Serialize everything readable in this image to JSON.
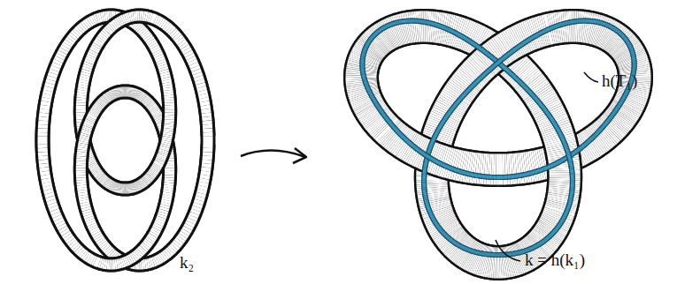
{
  "diagram": {
    "labels": [
      "k₂",
      "h(T₁)",
      "k = h(k₁)"
    ]
  }
}
